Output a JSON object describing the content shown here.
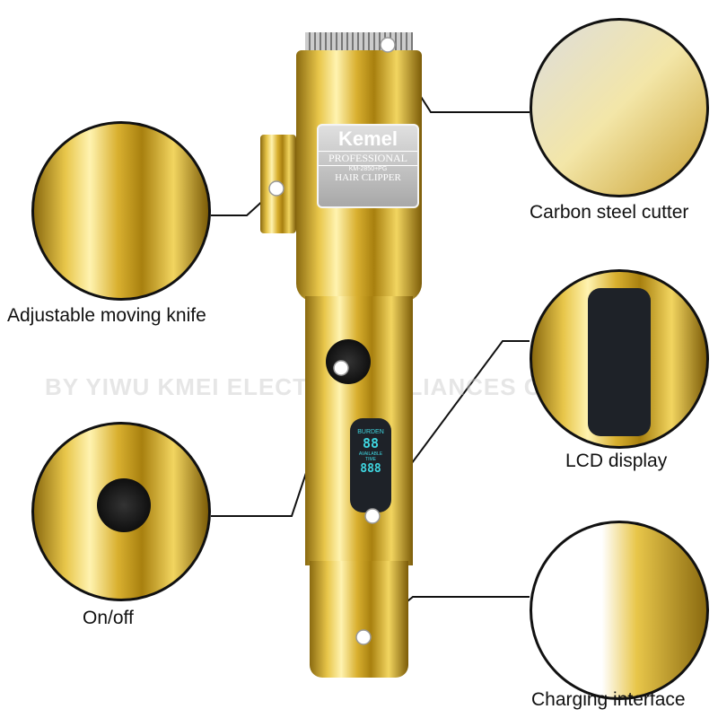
{
  "brand": {
    "logo": "Kemel",
    "line1": "PROFESSIONAL",
    "model": "KM-2850+PG",
    "line2": "HAIR CLIPPER"
  },
  "watermark": "BY YIWU KMEI ELECTRIC APPLIANCES CO., LTD.",
  "lcd": {
    "burden": "BURDEN",
    "digits1": "88",
    "available": "AVAILABLE",
    "time": "TIME",
    "digits2": "888"
  },
  "features": [
    {
      "label": "Adjustable moving knife"
    },
    {
      "label": "Carbon steel cutter"
    },
    {
      "label": "LCD display"
    },
    {
      "label": "On/off"
    },
    {
      "label": "Charging interface"
    }
  ],
  "colors": {
    "gold": "#e8c64a",
    "lcd_cyan": "#3fd6e0",
    "line": "#111111"
  }
}
